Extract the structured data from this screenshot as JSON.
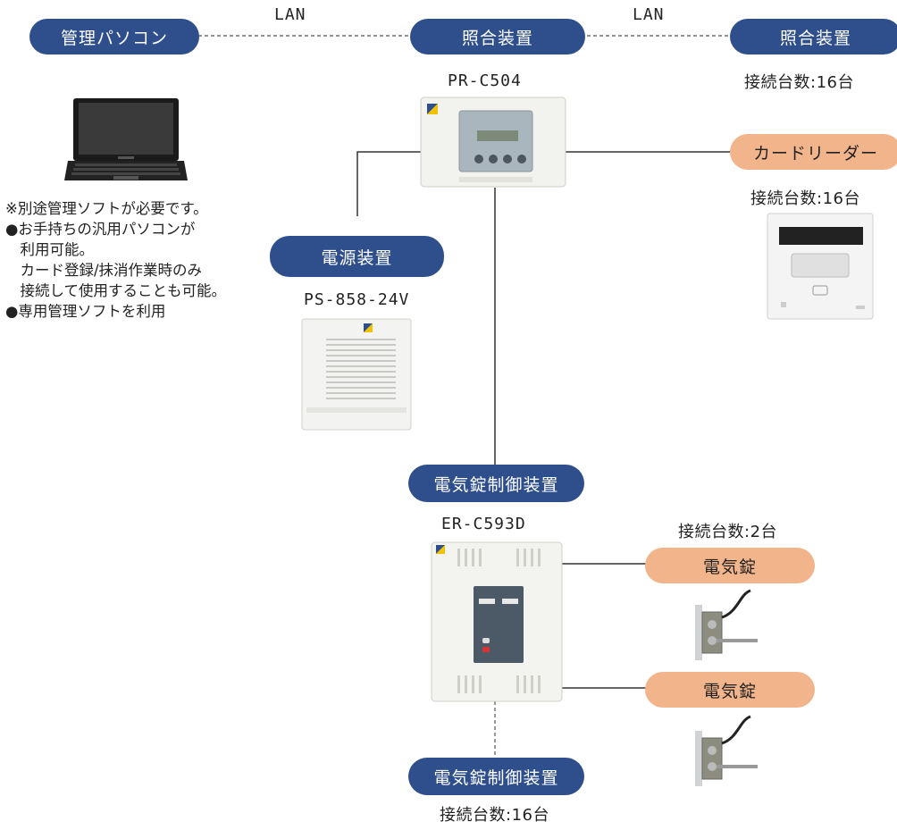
{
  "nodes": {
    "pc": "管理パソコン",
    "controller_main": "照合装置",
    "controller_peer": "照合装置",
    "card_reader": "カードリーダー",
    "power_unit": "電源装置",
    "lock_ctrl_main": "電気錠制御装置",
    "lock_ctrl_sub": "電気錠制御装置",
    "lock_1": "電気錠",
    "lock_2": "電気錠"
  },
  "links": {
    "lan_left": "LAN",
    "lan_right": "LAN"
  },
  "models": {
    "controller": "PR-C504",
    "power": "PS-858-24V",
    "lock_ctrl": "ER-C593D"
  },
  "counts": {
    "peer_controllers": "接続台数:16台",
    "card_readers": "接続台数:16台",
    "locks": "接続台数:2台",
    "lock_ctrl_chain": "接続台数:16台"
  },
  "pc_notes": [
    "※別途管理ソフトが必要です。",
    "●お手持ちの汎用パソコンが",
    "　利用可能。",
    "　カード登録/抹消作業時のみ",
    "　接続して使用することも可能。",
    "●専用管理ソフトを利用"
  ],
  "colors": {
    "node_blue": "#2f4f8c",
    "node_orange": "#f2b48b",
    "line": "#333333"
  }
}
